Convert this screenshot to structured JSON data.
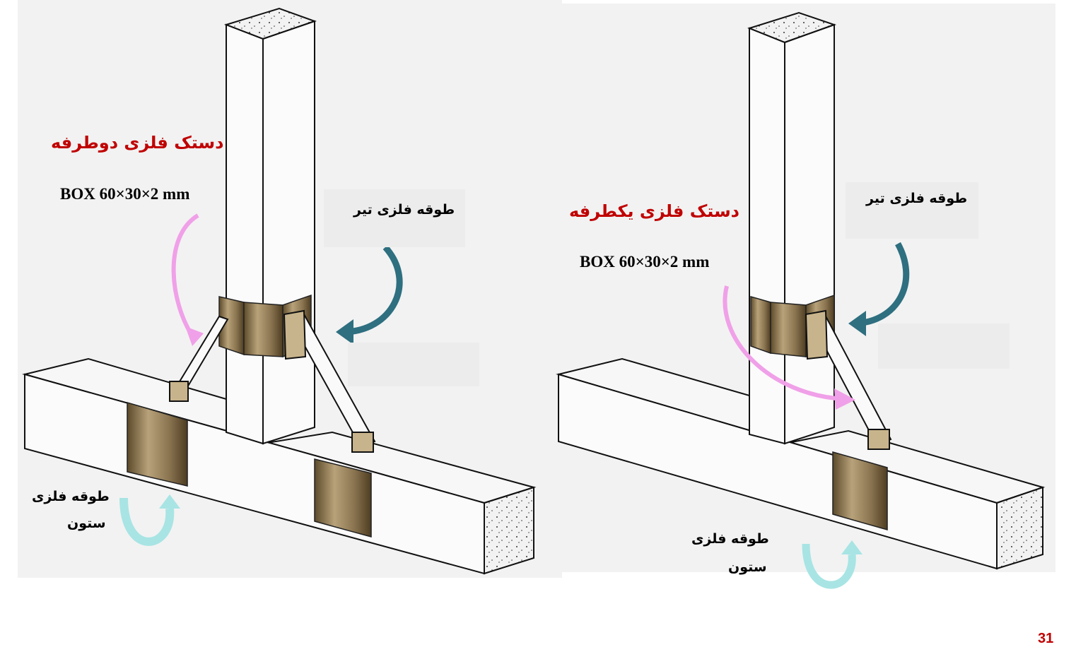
{
  "left_diagram": {
    "title": "دستک فلزی دوطرفه",
    "box_spec": "BOX 60×30×2 mm",
    "beam_collar_label": "طوقه فلزی تیر",
    "column_collar_label_line1": "طوقه فلزی",
    "column_collar_label_line2": "ستون"
  },
  "right_diagram": {
    "title": "دستک فلزی یکطرفه",
    "box_spec": "BOX 60×30×2 mm",
    "beam_collar_label": "طوقه فلزی تیر",
    "column_collar_label_line1": "طوقه فلزی",
    "column_collar_label_line2": "ستون"
  },
  "page_number": "31",
  "colors": {
    "title_red": "#c00000",
    "steel_brown": "#a08b62",
    "arrow_pink": "#f0a0e8",
    "arrow_teal": "#2e6f80",
    "collar_arrow_cyan": "#a8e4e4"
  }
}
